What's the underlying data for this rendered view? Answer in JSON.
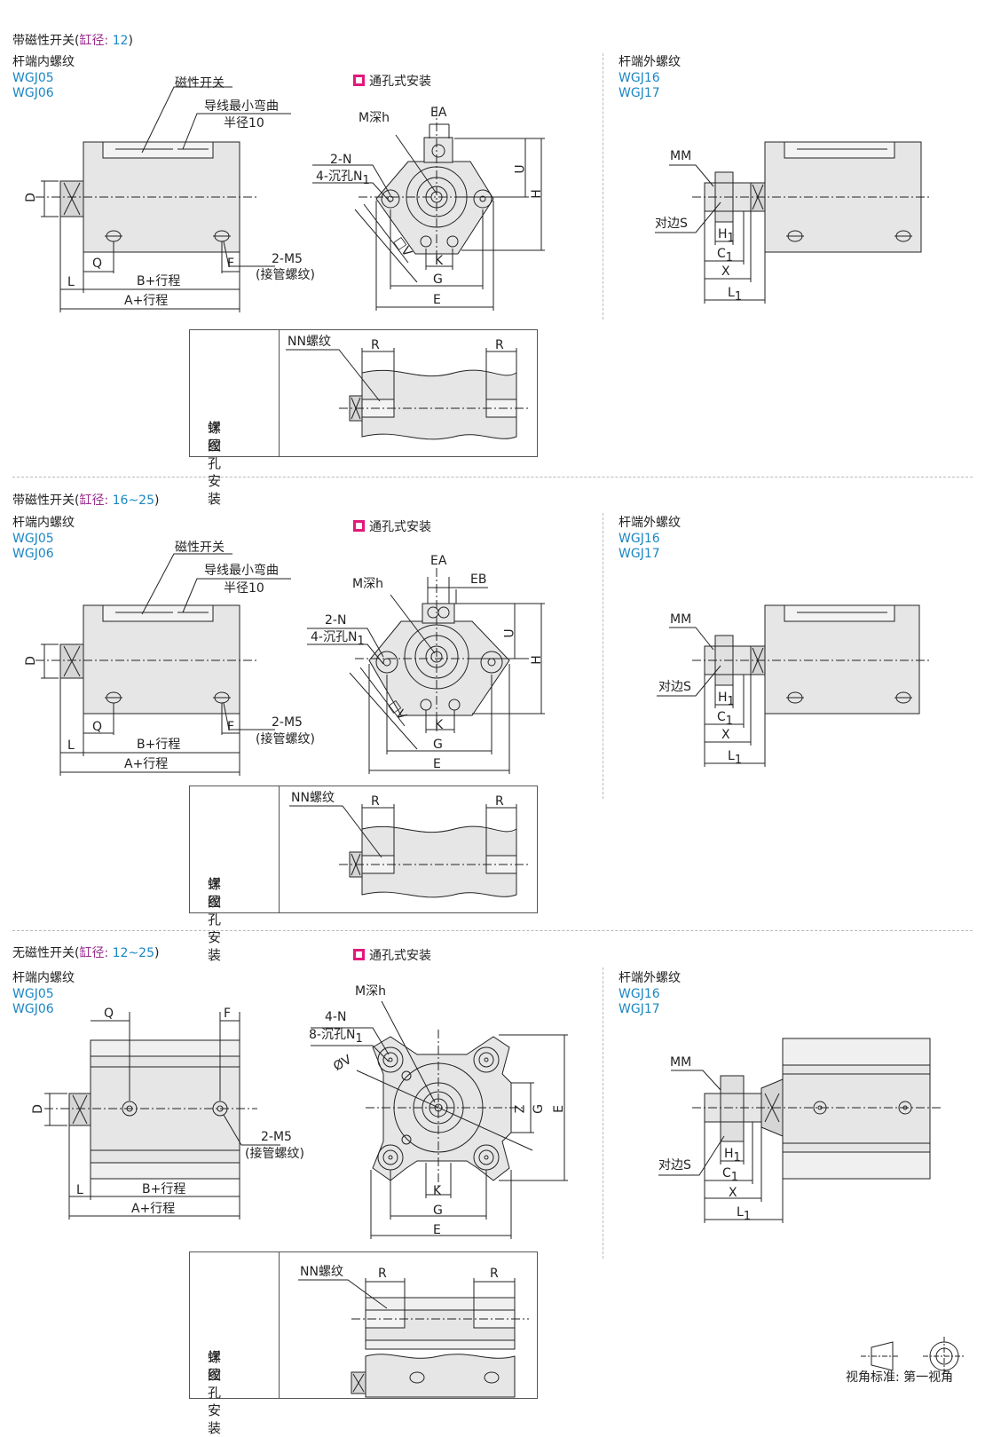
{
  "sections": [
    {
      "title_prefix": "带磁性开关(",
      "title_mid": "缸径: ",
      "title_value": "12",
      "title_suffix": ")",
      "internal_label": "杆端内螺纹",
      "internal_models": [
        "WGJ05",
        "WGJ06"
      ],
      "external_label": "杆端外螺纹",
      "external_models": [
        "WGJ16",
        "WGJ17"
      ],
      "mount_label": "通孔式安装",
      "detail_label_1": "螺纹孔安装",
      "detail_label_2": "详图"
    },
    {
      "title_prefix": "带磁性开关(",
      "title_mid": "缸径: ",
      "title_value": "16~25",
      "title_suffix": ")",
      "internal_label": "杆端内螺纹",
      "internal_models": [
        "WGJ05",
        "WGJ06"
      ],
      "external_label": "杆端外螺纹",
      "external_models": [
        "WGJ16",
        "WGJ17"
      ],
      "mount_label": "通孔式安装",
      "detail_label_1": "螺纹孔安装",
      "detail_label_2": "详图"
    },
    {
      "title_prefix": "无磁性开关(",
      "title_mid": "缸径: ",
      "title_value": "12~25",
      "title_suffix": ")",
      "internal_label": "杆端内螺纹",
      "internal_models": [
        "WGJ05",
        "WGJ06"
      ],
      "external_label": "杆端外螺纹",
      "external_models": [
        "WGJ16",
        "WGJ17"
      ],
      "mount_label": "通孔式安装",
      "detail_label_1": "螺纹孔安装",
      "detail_label_2": "详图"
    }
  ],
  "dims": {
    "magnetic_switch": "磁性开关",
    "wire_bend_1": "导线最小弯曲",
    "wire_bend_2": "半径10",
    "port_thread": "2-M5",
    "port_thread_note": "(接管螺纹)",
    "a_stroke": "A+行程",
    "b_stroke": "B+行程",
    "L": "L",
    "Q": "Q",
    "F": "F",
    "D": "D",
    "M_depth": "M深h",
    "EA": "EA",
    "EB": "EB",
    "n2": "2-N",
    "n4_counter": "4-沉孔N",
    "n4": "4-N",
    "n8_counter": "8-沉孔N",
    "sub1": "1",
    "U": "U",
    "H": "H",
    "V": "□V",
    "OV": "ØV",
    "K": "K",
    "G": "G",
    "E": "E",
    "Z": "Z",
    "MM": "MM",
    "across_flats": "对边S",
    "H1": "H",
    "C1": "C",
    "X": "X",
    "L1": "L",
    "NN_thread": "NN螺纹",
    "R": "R"
  },
  "footer": {
    "view_standard": "视角标准: 第一视角"
  }
}
